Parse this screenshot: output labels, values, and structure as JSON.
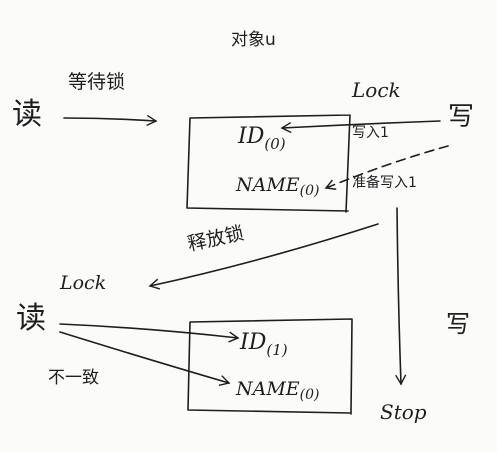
{
  "diagram": {
    "title": "对象u",
    "lock_label_top": "Lock",
    "lock_label_bottom": "Lock",
    "read_label_top": "读",
    "read_label_bottom": "读",
    "wait_lock_label": "等待锁",
    "write_label_top": "写",
    "write_label_bottom": "写",
    "write1_label": "写入1",
    "prepare_write1_label": "准备写入1",
    "release_lock_label": "释放锁",
    "inconsistent_label": "不一致",
    "stop_label": "Stop",
    "top_box": {
      "field1": "ID",
      "field1_sub": "(0)",
      "field2": "NAME",
      "field2_sub": "(0)"
    },
    "bottom_box": {
      "field1": "ID",
      "field1_sub": "(1)",
      "field2": "NAME",
      "field2_sub": "(0)"
    }
  },
  "colors": {
    "ink": "#1e1e1e",
    "paper": "#fbfbfa"
  }
}
